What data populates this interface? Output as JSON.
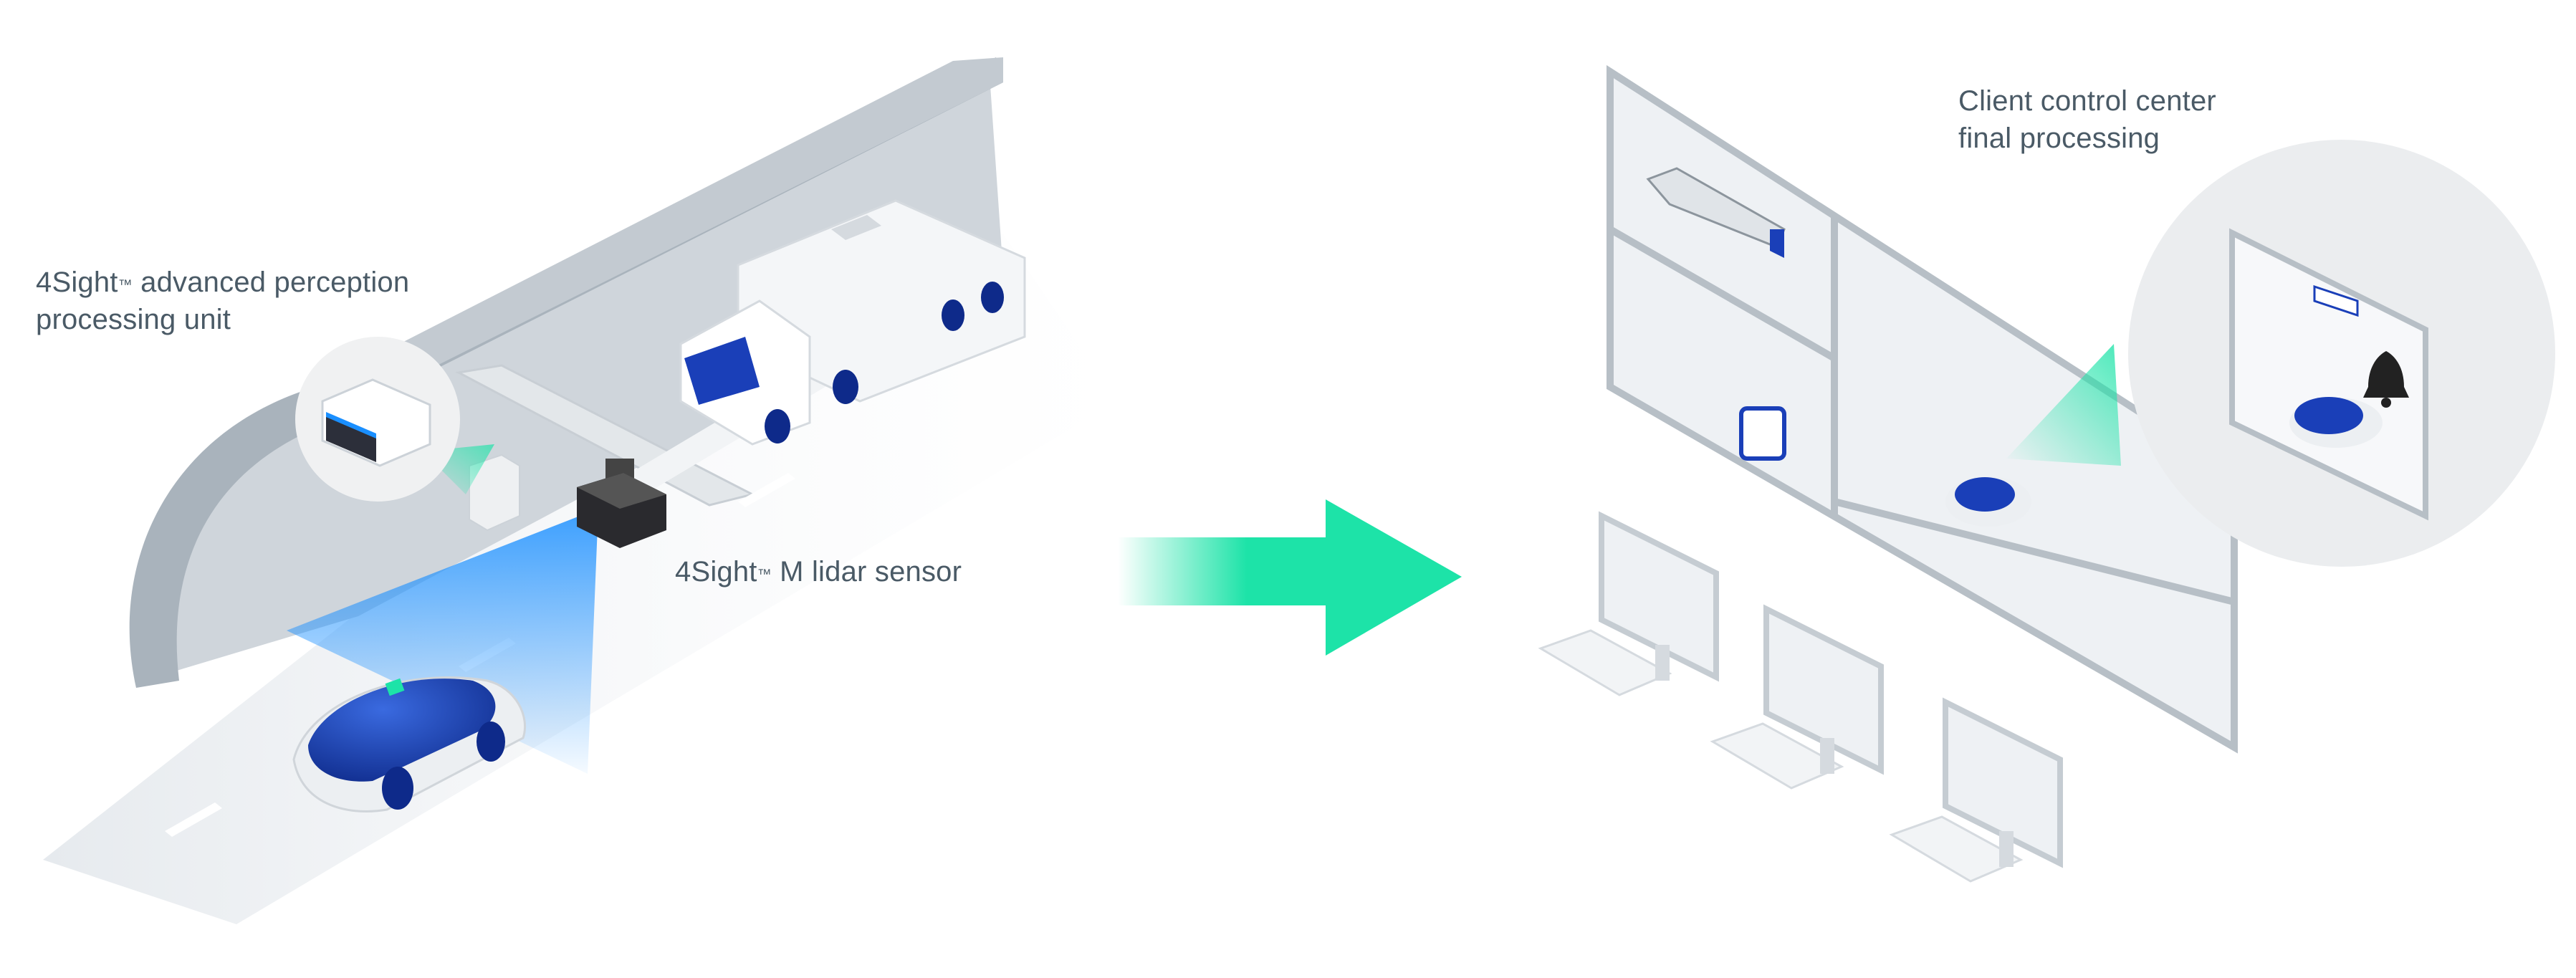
{
  "labels": {
    "processing_unit_line1": "4Sight",
    "processing_unit_tm": "™",
    "processing_unit_line1_rest": " advanced perception",
    "processing_unit_line2": "processing unit",
    "lidar_sensor_name": "4Sight",
    "lidar_sensor_tm": "™",
    "lidar_sensor_rest": " M lidar sensor",
    "control_center_line1": "Client control center",
    "control_center_line2": "final processing"
  },
  "colors": {
    "text": "#4a5a66",
    "tunnel_grey": "#a9b3bc",
    "road_light": "#eef1f4",
    "lidar_blue": "#1a8fff",
    "car_blue": "#1a3fb8",
    "accent_green": "#1de3a8"
  }
}
